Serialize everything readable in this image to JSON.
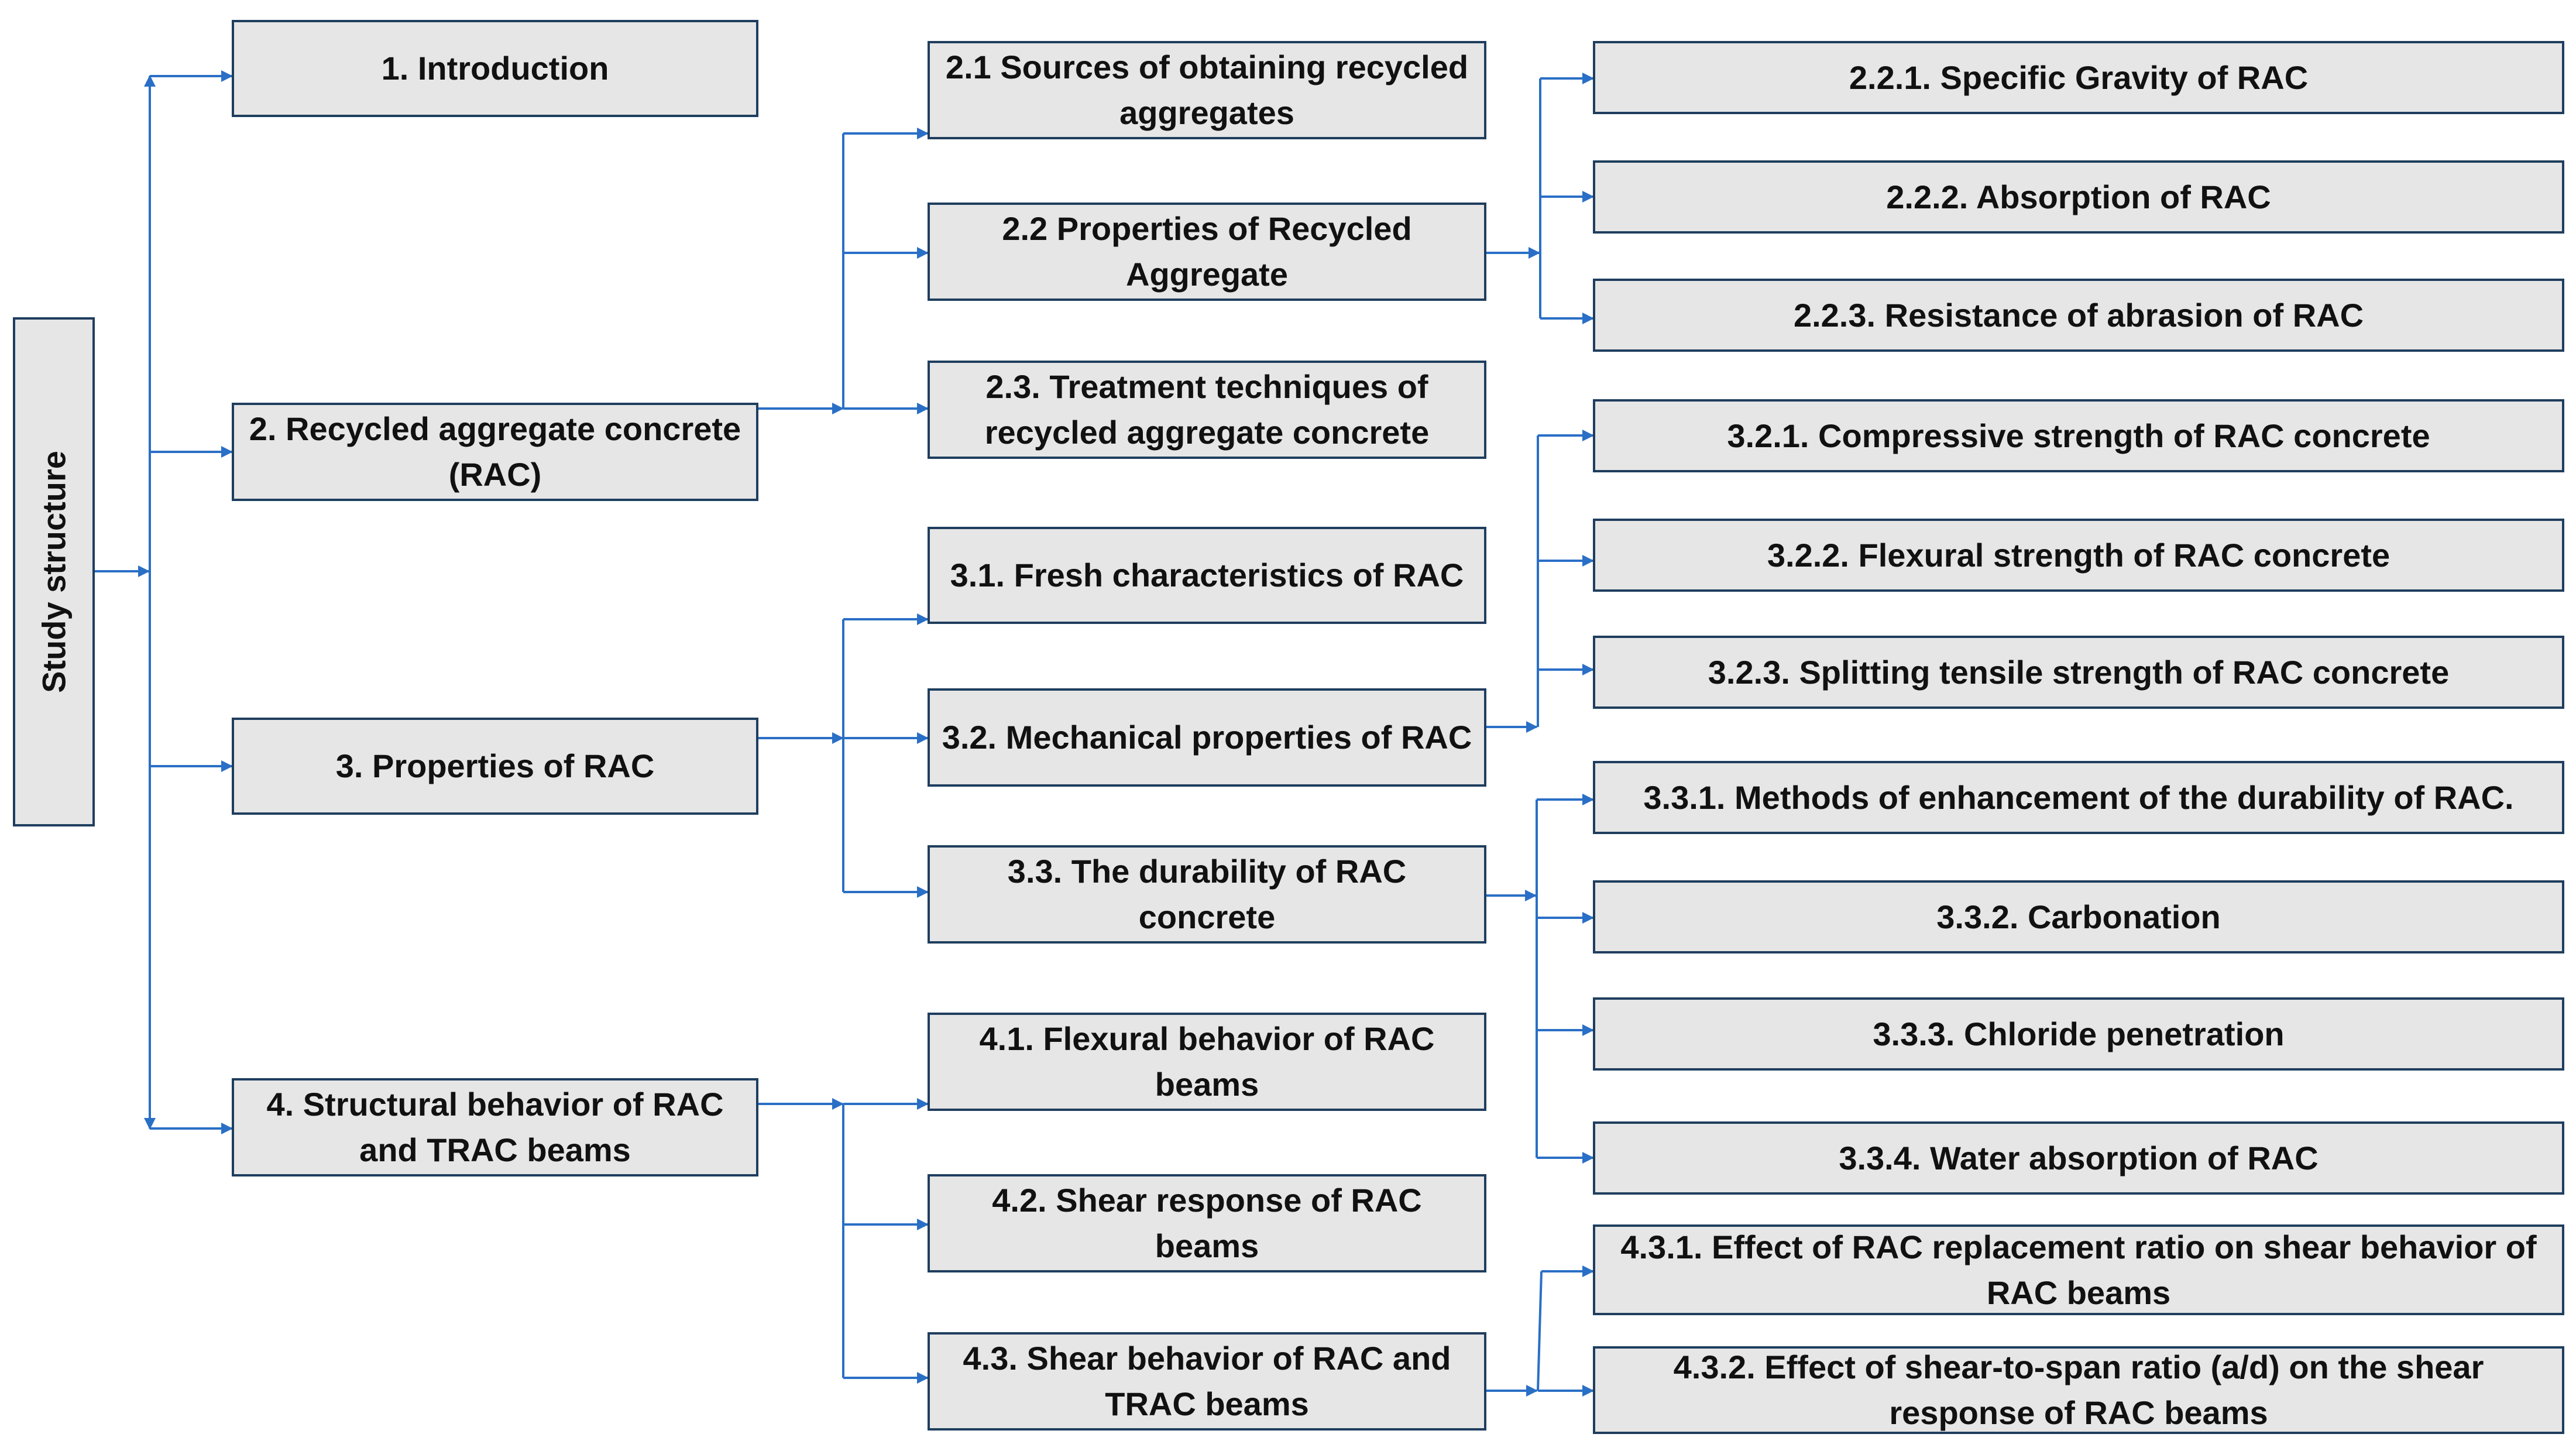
{
  "colors": {
    "connector": "#2a6fc6",
    "box_fill": "#e6e6e6",
    "box_border": "#1f3e5e"
  },
  "root": "Study structure",
  "level1": {
    "n1": "1. Introduction",
    "n2": "2. Recycled aggregate concrete (RAC)",
    "n3": "3. Properties of RAC",
    "n4": "4. Structural behavior of RAC and TRAC beams"
  },
  "level2": {
    "n2_1": "2.1 Sources of obtaining recycled aggregates",
    "n2_2": "2.2 Properties of Recycled Aggregate",
    "n2_3": "2.3. Treatment techniques of recycled aggregate concrete",
    "n3_1": "3.1. Fresh characteristics of RAC",
    "n3_2": "3.2. Mechanical properties of RAC",
    "n3_3": "3.3. The durability of RAC concrete",
    "n4_1": "4.1.  Flexural behavior of RAC beams",
    "n4_2": "4.2. Shear response of RAC beams",
    "n4_3": "4.3. Shear behavior of RAC and TRAC beams"
  },
  "level3": {
    "n2_2_1": "2.2.1. Specific Gravity of RAC",
    "n2_2_2": "2.2.2. Absorption of RAC",
    "n2_2_3": "2.2.3. Resistance of abrasion of RAC",
    "n3_2_1": "3.2.1. Compressive strength of RAC concrete",
    "n3_2_2": "3.2.2. Flexural strength of RAC concrete",
    "n3_2_3": "3.2.3. Splitting tensile strength of RAC concrete",
    "n3_3_1": "3.3.1. Methods of enhancement of the durability of RAC.",
    "n3_3_2": "3.3.2. Carbonation",
    "n3_3_3": "3.3.3. Chloride penetration",
    "n3_3_4": "3.3.4. Water absorption of RAC",
    "n4_3_1": "4.3.1. Effect of RAC replacement ratio on shear behavior of RAC beams",
    "n4_3_2": "4.3.2. Effect of shear-to-span ratio (a/d) on the shear response of RAC beams"
  }
}
